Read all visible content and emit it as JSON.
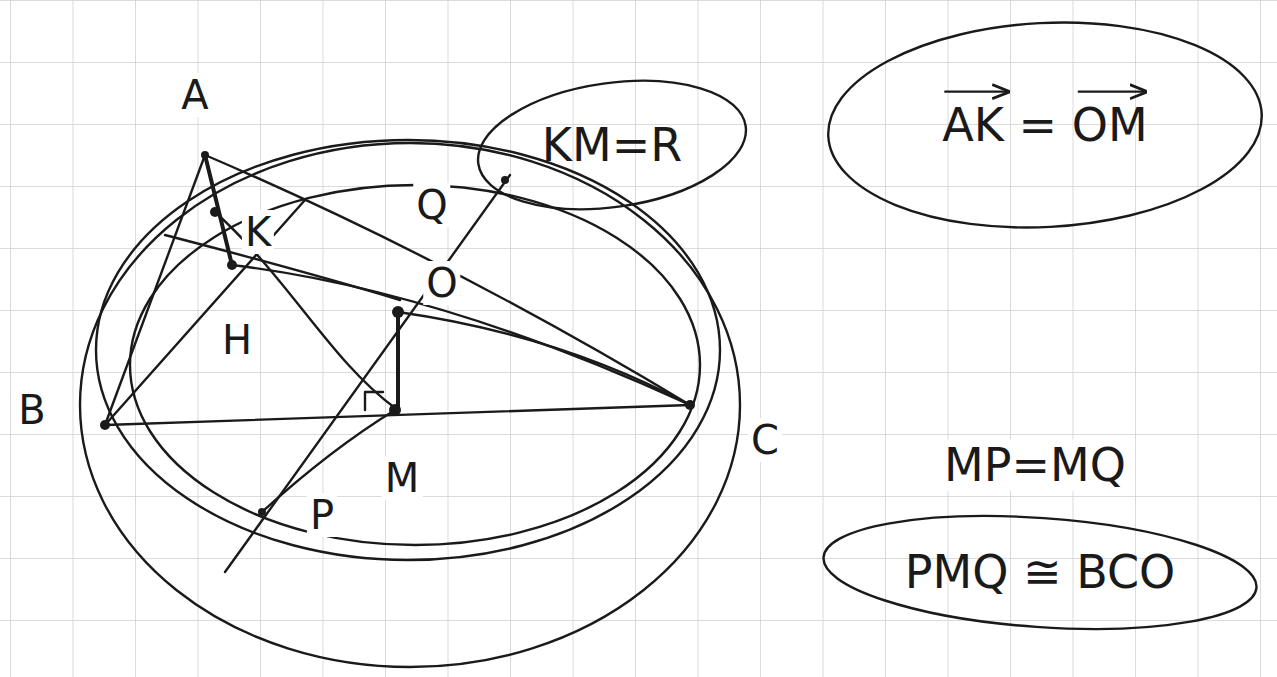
{
  "diagram": {
    "nodes": [
      {
        "text": [
          "KM=R"
        ]
      },
      {
        "text": [
          "AK = OM"
        ]
      },
      {
        "text": [
          "PMQ ≅ BCO"
        ]
      }
    ],
    "labels": [
      "A",
      "B",
      "C",
      "K",
      "H",
      "Q",
      "O",
      "M",
      "P",
      "MP=MQ"
    ]
  }
}
